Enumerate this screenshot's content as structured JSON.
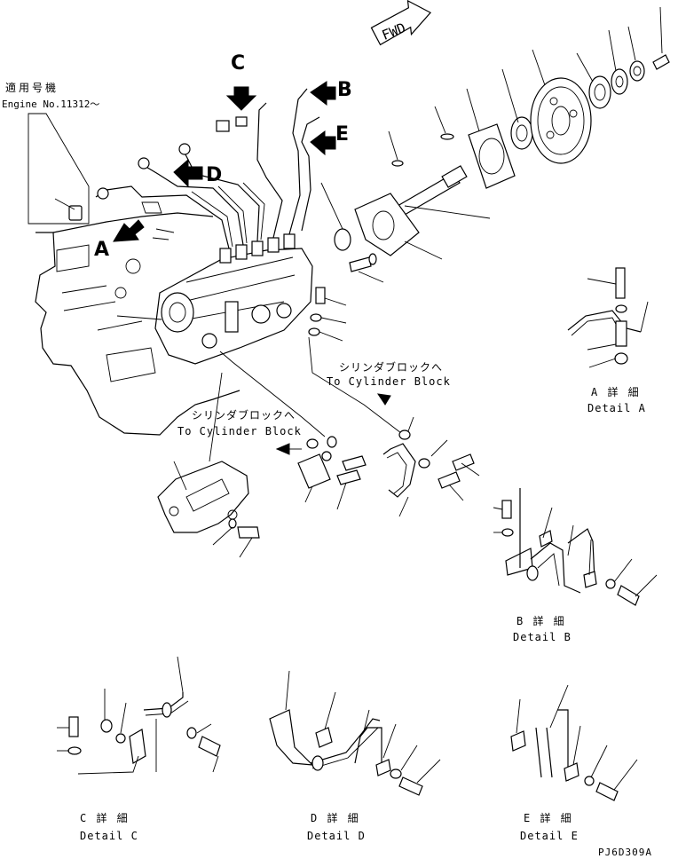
{
  "fwd_label": "FWD",
  "serial": {
    "jp": "適用号機",
    "en": "Engine No.11312～"
  },
  "view_markers": {
    "A": "A",
    "B": "B",
    "C": "C",
    "D": "D",
    "E": "E"
  },
  "notes": {
    "cyl1_jp": "シリンダブロックへ",
    "cyl1_en": "To Cylinder Block",
    "cyl2_jp": "シリンダブロックへ",
    "cyl2_en": "To Cylinder Block"
  },
  "details": {
    "A_jp": "A 詳 細",
    "A_en": "Detail A",
    "B_jp": "B 詳 細",
    "B_en": "Detail B",
    "C_jp": "C 詳 細",
    "C_en": "Detail C",
    "D_jp": "D 詳 細",
    "D_en": "Detail D",
    "E_jp": "E 詳 細",
    "E_en": "Detail E"
  },
  "drawing_no": "PJ6D309A"
}
